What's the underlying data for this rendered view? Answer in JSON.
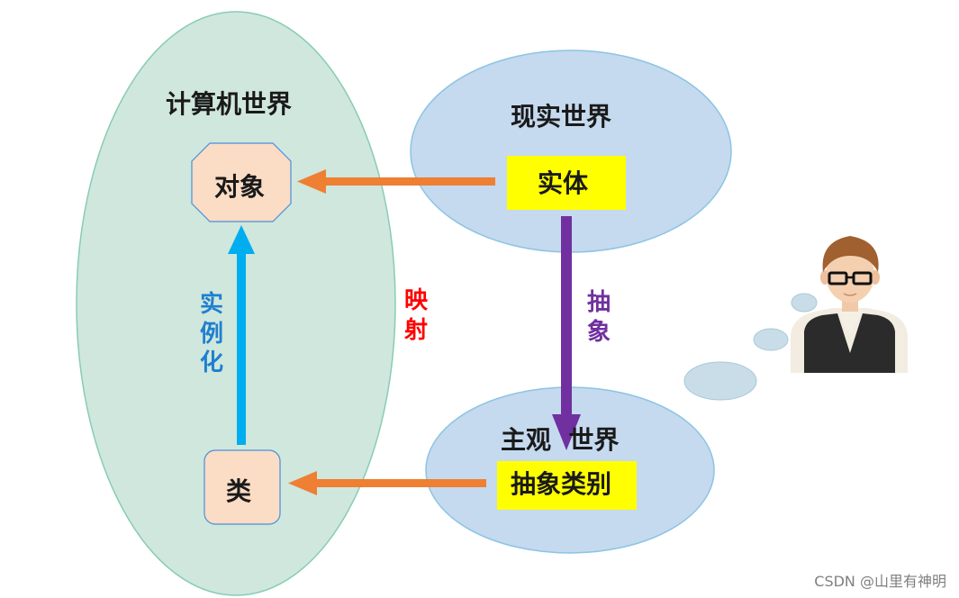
{
  "computer_world": {
    "title": "计算机世界",
    "object_label": "对象",
    "class_label": "类",
    "instantiate_label": "实例化"
  },
  "real_world": {
    "title": "现实世界",
    "entity_label": "实体"
  },
  "subjective_world": {
    "title": "主观  世界",
    "category_label": "抽象类别"
  },
  "mapping_label": "映射",
  "abstraction_label": "抽象",
  "watermark": "CSDN @山里有神明",
  "colors": {
    "computer_world_fill": "#cfe7dd",
    "real_world_fill": "#c5d9ef",
    "node_fill": "#fbdcc5",
    "highlight": "#ffff00",
    "mapping_arrow": "#ee7f33",
    "instantiate_arrow": "#00adef",
    "abstraction_arrow": "#7030a0",
    "mapping_text": "#ff0000",
    "instantiate_text": "#1f7fcf",
    "abstraction_text": "#7030a0"
  }
}
